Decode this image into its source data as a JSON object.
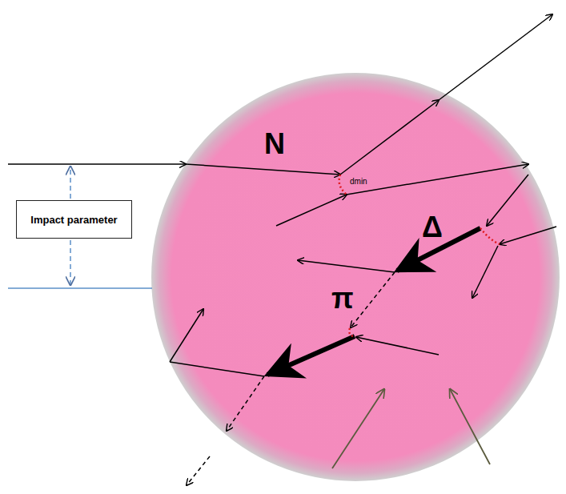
{
  "diagram": {
    "nodes": [
      {
        "text": [
          "Impact parameter"
        ]
      }
    ],
    "labels": [
      "N",
      "dmin",
      "Δ",
      "π"
    ]
  }
}
